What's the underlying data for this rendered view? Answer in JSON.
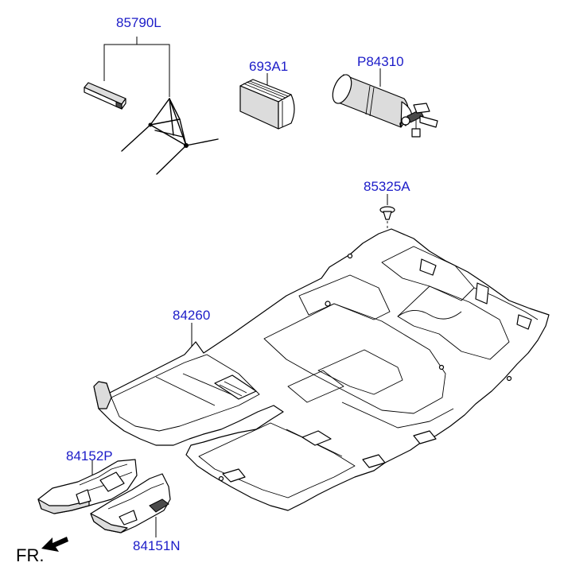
{
  "labels": {
    "tool_kit": "85790L",
    "first_aid_kit": "693A1",
    "extinguisher": "P84310",
    "clip": "85325A",
    "floor_carpet": "84260",
    "rear_mat": "84152P",
    "front_mat": "84151N"
  },
  "direction_indicator": "FR.",
  "colors": {
    "label_text": "#1c1cc8",
    "line_art": "#000000",
    "background": "#ffffff"
  }
}
